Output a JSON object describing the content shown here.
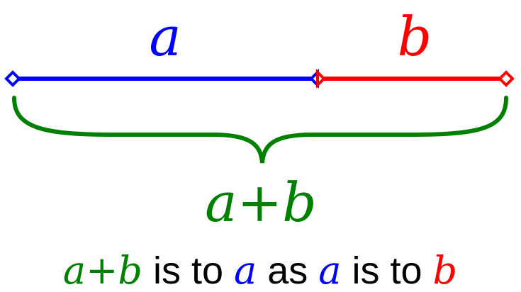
{
  "colors": {
    "a": "#0000ff",
    "b": "#ff0000",
    "sum": "#008000",
    "text": "#000000",
    "background": "#ffffff"
  },
  "labels": {
    "a": "a",
    "b": "b",
    "sum": "a+b"
  },
  "caption": {
    "part1": "a+b",
    "part2": " is to ",
    "part3": "a",
    "part4": " as ",
    "part5": "a",
    "part6": " is to ",
    "part7": "b"
  }
}
